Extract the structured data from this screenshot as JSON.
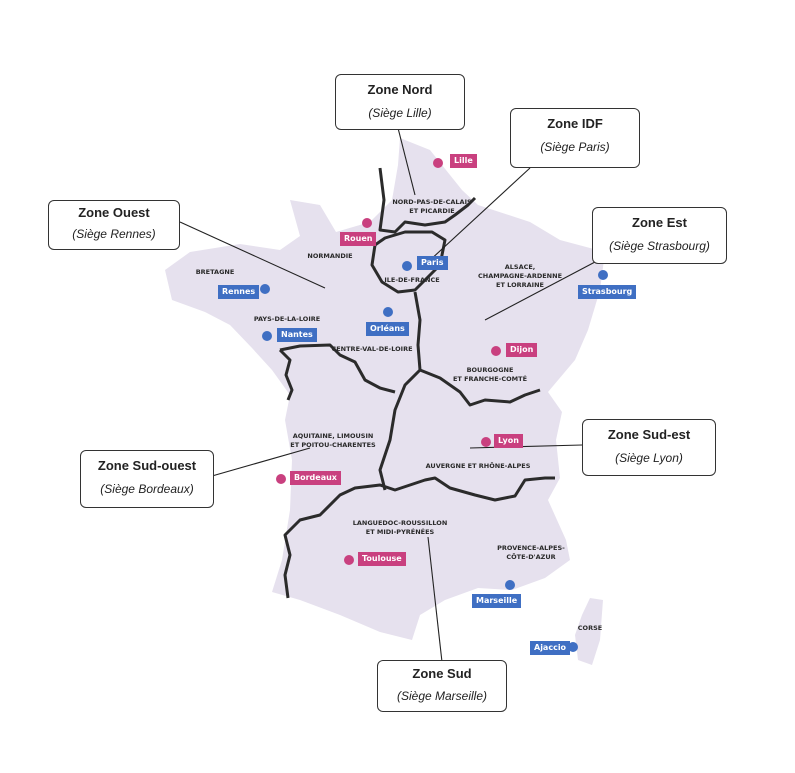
{
  "colors": {
    "map_fill": "#e6e1ee",
    "pink": "#c9407f",
    "blue": "#3f6fc3",
    "border": "#2b2b2b"
  },
  "zones": [
    {
      "title": "Zone Nord",
      "subtitle": "(Siège Lille)"
    },
    {
      "title": "Zone IDF",
      "subtitle": "(Siège Paris)"
    },
    {
      "title": "Zone Ouest",
      "subtitle": "(Siège Rennes)"
    },
    {
      "title": "Zone Est",
      "subtitle": "(Siège Strasbourg)"
    },
    {
      "title": "Zone Sud-est",
      "subtitle": "(Siège Lyon)"
    },
    {
      "title": "Zone Sud-ouest",
      "subtitle": "(Siège Bordeaux)"
    },
    {
      "title": "Zone Sud",
      "subtitle": "(Siège Marseille)"
    }
  ],
  "regions": [
    "NORD-PAS-DE-CALAIS\nET PICARDIE",
    "NORMANDIE",
    "ILE-DE-FRANCE",
    "BRETAGNE",
    "ALSACE,\nCHAMPAGNE-ARDENNE\nET LORRAINE",
    "PAYS-DE-LA-LOIRE",
    "CENTRE-VAL-DE-LOIRE",
    "BOURGOGNE\nET FRANCHE-COMTÉ",
    "AQUITAINE, LIMOUSIN\nET POITOU-CHARENTES",
    "AUVERGNE ET RHÔNE-ALPES",
    "LANGUEDOC-ROUSSILLON\nET MIDI-PYRÉNÉES",
    "PROVENCE-ALPES-\nCÔTE-D'AZUR",
    "CORSE"
  ],
  "cities": [
    {
      "name": "Lille",
      "color": "pink"
    },
    {
      "name": "Rouen",
      "color": "pink"
    },
    {
      "name": "Paris",
      "color": "blue"
    },
    {
      "name": "Rennes",
      "color": "blue"
    },
    {
      "name": "Strasbourg",
      "color": "blue"
    },
    {
      "name": "Orléans",
      "color": "blue"
    },
    {
      "name": "Nantes",
      "color": "blue"
    },
    {
      "name": "Dijon",
      "color": "pink"
    },
    {
      "name": "Lyon",
      "color": "pink"
    },
    {
      "name": "Bordeaux",
      "color": "pink"
    },
    {
      "name": "Toulouse",
      "color": "pink"
    },
    {
      "name": "Marseille",
      "color": "blue"
    },
    {
      "name": "Ajaccio",
      "color": "blue"
    }
  ]
}
